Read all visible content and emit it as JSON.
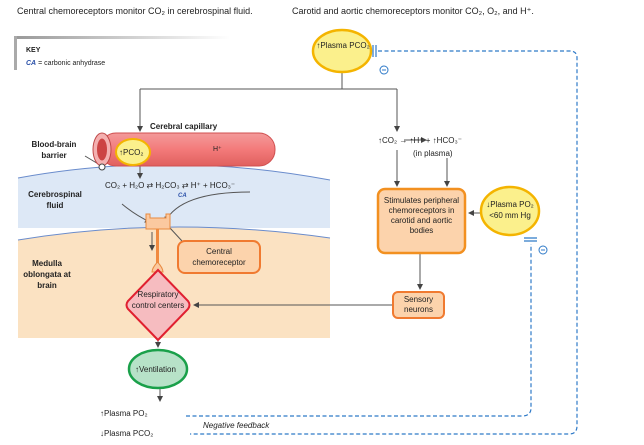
{
  "titles": {
    "left": "Central chemoreceptors monitor CO₂ in cerebrospinal fluid.",
    "right": "Carotid and aortic chemoreceptors monitor CO₂, O₂, and H⁺."
  },
  "key": {
    "heading": "KEY",
    "abbr": "CA",
    "definition": "= carbonic anhydrase"
  },
  "nodes": {
    "plasma_pco2_top": "↑Plasma PCO₂",
    "cerebral_capillary": "Cerebral capillary",
    "capillary_pco2": "↑PCO₂",
    "capillary_h": "H⁺",
    "blood_brain_barrier": "Blood-brain barrier",
    "cerebrospinal_fluid": "Cerebrospinal fluid",
    "reaction": "CO₂ + H₂O ⇄ H₂CO₃ ⇄ H⁺ + HCO₃⁻",
    "reaction_enzyme": "CA",
    "central_chemoreceptor": "Central chemoreceptor",
    "medulla": "Medulla oblongata at brain",
    "respiratory_centers": "Respiratory control centers",
    "ventilation": "↑Ventilation",
    "plasma_po2_out": "↑Plasma PO₂",
    "plasma_pco2_out": "↓Plasma PCO₂",
    "negative_feedback": "Negative feedback",
    "plasma_reaction": "↑CO₂ → ↑H⁺ + ↑HCO₃⁻",
    "in_plasma": "(in plasma)",
    "peripheral": "Stimulates peripheral chemoreceptors in carotid and aortic bodies",
    "plasma_po2_low": "↓Plasma PO₂ <60 mm Hg",
    "sensory_neurons": "Sensory neurons",
    "minus_sign": "−"
  },
  "colors": {
    "yellow_fill": "#fbf08c",
    "yellow_border": "#f4b400",
    "orange_fill": "#fcd3ac",
    "orange_border": "#f08a2a",
    "red_border": "#e02030",
    "red_fill": "#f6bcc0",
    "green_fill": "#b7e2c8",
    "green_border": "#1aa04a",
    "feedback_blue": "#2f7ac8",
    "csf_blue": "#dde8f6",
    "medulla_tan": "#fbe2c2"
  }
}
